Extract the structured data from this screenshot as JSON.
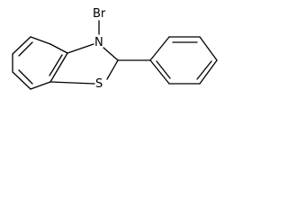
{
  "molecule": {
    "atom_labels": {
      "bromine": "Br",
      "nitrogen": "N",
      "sulfur": "S"
    },
    "bond_color": "#000000",
    "background": "#ffffff"
  }
}
